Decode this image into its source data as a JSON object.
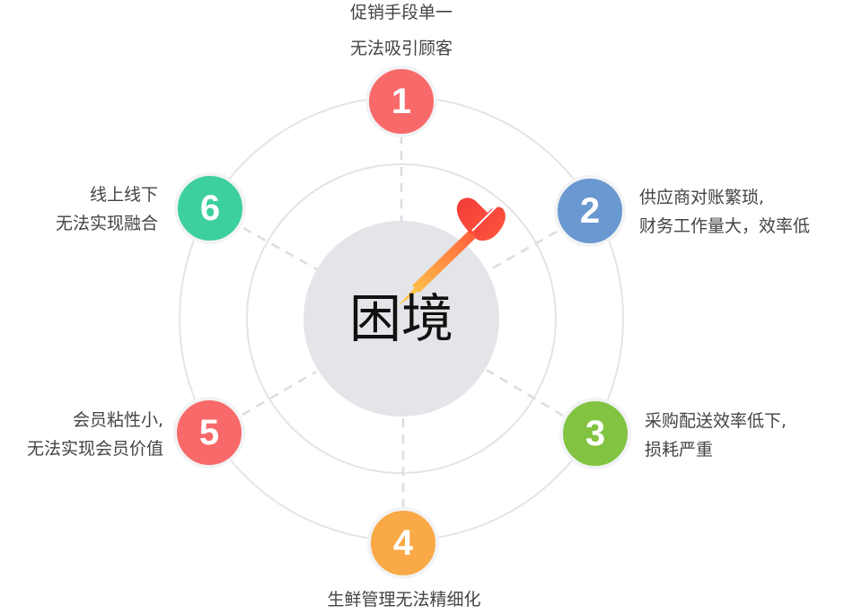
{
  "diagram": {
    "center": {
      "title": "困境",
      "icon": "dart-icon",
      "disk_color": "#e4e5e9"
    },
    "rings": {
      "color": "#e3e4e8",
      "spoke_color": "#dcdde1"
    },
    "items": [
      {
        "number": "1",
        "color": "#f86a6a",
        "lines": [
          "促销手段单一",
          "无法吸引顾客"
        ]
      },
      {
        "number": "2",
        "color": "#6a98d0",
        "lines": [
          "供应商对账繁琐,",
          "财务工作量大，效率低"
        ]
      },
      {
        "number": "3",
        "color": "#82c441",
        "lines": [
          "采购配送效率低下,",
          "损耗严重"
        ]
      },
      {
        "number": "4",
        "color": "#f9a945",
        "lines": [
          "生鲜管理无法精细化"
        ]
      },
      {
        "number": "5",
        "color": "#f86a6a",
        "lines": [
          "会员粘性小,",
          "无法实现会员价值"
        ]
      },
      {
        "number": "6",
        "color": "#3dcf9f",
        "lines": [
          "线上线下",
          "无法实现融合"
        ]
      }
    ]
  }
}
